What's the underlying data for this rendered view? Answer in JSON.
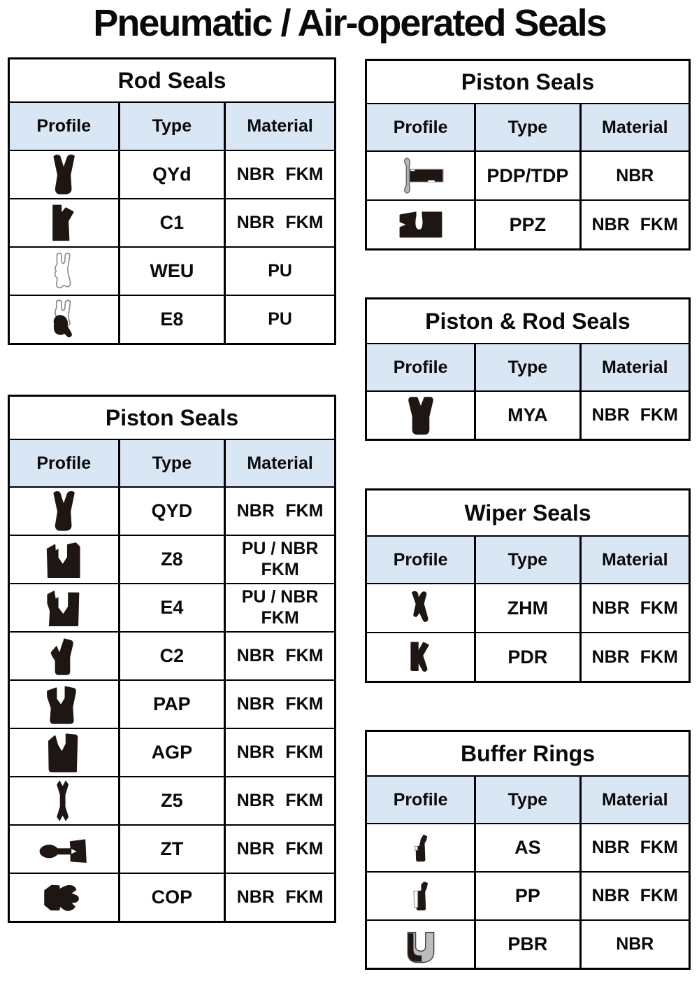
{
  "page_title": "Pneumatic / Air-operated Seals",
  "colors": {
    "header_bg": "#d9e7f5",
    "table_border": "#000000",
    "seal_dark": "#1e1613",
    "seal_gray": "#b7b7b7"
  },
  "tables": {
    "rod_seals": {
      "title": "Rod Seals",
      "headers": {
        "profile": "Profile",
        "type": "Type",
        "material": "Material"
      },
      "rows": [
        {
          "profile_icon": "qyd-seal-profile-icon",
          "type": "QYd",
          "material": [
            "NBR",
            "FKM"
          ]
        },
        {
          "profile_icon": "c1-seal-profile-icon",
          "type": "C1",
          "material": [
            "NBR",
            "FKM"
          ]
        },
        {
          "profile_icon": "weu-seal-profile-icon",
          "type": "WEU",
          "material": [
            "PU"
          ]
        },
        {
          "profile_icon": "e8-seal-profile-icon",
          "type": "E8",
          "material": [
            "PU"
          ]
        }
      ]
    },
    "piston_seals_top": {
      "title": "Piston Seals",
      "headers": {
        "profile": "Profile",
        "type": "Type",
        "material": "Material"
      },
      "rows": [
        {
          "profile_icon": "pdp-tdp-seal-profile-icon",
          "type": "PDP/TDP",
          "material": [
            "NBR"
          ]
        },
        {
          "profile_icon": "ppz-seal-profile-icon",
          "type": "PPZ",
          "material": [
            "NBR",
            "FKM"
          ]
        }
      ]
    },
    "piston_rod_seals": {
      "title": "Piston & Rod Seals",
      "headers": {
        "profile": "Profile",
        "type": "Type",
        "material": "Material"
      },
      "rows": [
        {
          "profile_icon": "mya-seal-profile-icon",
          "type": "MYA",
          "material": [
            "NBR",
            "FKM"
          ]
        }
      ]
    },
    "piston_seals_main": {
      "title": "Piston Seals",
      "headers": {
        "profile": "Profile",
        "type": "Type",
        "material": "Material"
      },
      "rows": [
        {
          "profile_icon": "qyd-seal-profile-icon",
          "type": "QYD",
          "material": [
            "NBR",
            "FKM"
          ]
        },
        {
          "profile_icon": "z8-seal-profile-icon",
          "type": "Z8",
          "material": [
            "PU / NBR",
            "FKM"
          ],
          "stacked": true
        },
        {
          "profile_icon": "e4-seal-profile-icon",
          "type": "E4",
          "material": [
            "PU / NBR",
            "FKM"
          ],
          "stacked": true
        },
        {
          "profile_icon": "c2-seal-profile-icon",
          "type": "C2",
          "material": [
            "NBR",
            "FKM"
          ]
        },
        {
          "profile_icon": "pap-seal-profile-icon",
          "type": "PAP",
          "material": [
            "NBR",
            "FKM"
          ]
        },
        {
          "profile_icon": "agp-seal-profile-icon",
          "type": "AGP",
          "material": [
            "NBR",
            "FKM"
          ]
        },
        {
          "profile_icon": "z5-seal-profile-icon",
          "type": "Z5",
          "material": [
            "NBR",
            "FKM"
          ]
        },
        {
          "profile_icon": "zt-seal-profile-icon",
          "type": "ZT",
          "material": [
            "NBR",
            "FKM"
          ]
        },
        {
          "profile_icon": "cop-seal-profile-icon",
          "type": "COP",
          "material": [
            "NBR",
            "FKM"
          ]
        }
      ]
    },
    "wiper_seals": {
      "title": "Wiper Seals",
      "headers": {
        "profile": "Profile",
        "type": "Type",
        "material": "Material"
      },
      "rows": [
        {
          "profile_icon": "zhm-seal-profile-icon",
          "type": "ZHM",
          "material": [
            "NBR",
            "FKM"
          ]
        },
        {
          "profile_icon": "pdr-seal-profile-icon",
          "type": "PDR",
          "material": [
            "NBR",
            "FKM"
          ]
        }
      ]
    },
    "buffer_rings": {
      "title": "Buffer Rings",
      "headers": {
        "profile": "Profile",
        "type": "Type",
        "material": "Material"
      },
      "rows": [
        {
          "profile_icon": "as-seal-profile-icon",
          "type": "AS",
          "material": [
            "NBR",
            "FKM"
          ]
        },
        {
          "profile_icon": "pp-seal-profile-icon",
          "type": "PP",
          "material": [
            "NBR",
            "FKM"
          ]
        },
        {
          "profile_icon": "pbr-seal-profile-icon",
          "type": "PBR",
          "material": [
            "NBR"
          ]
        }
      ]
    }
  }
}
